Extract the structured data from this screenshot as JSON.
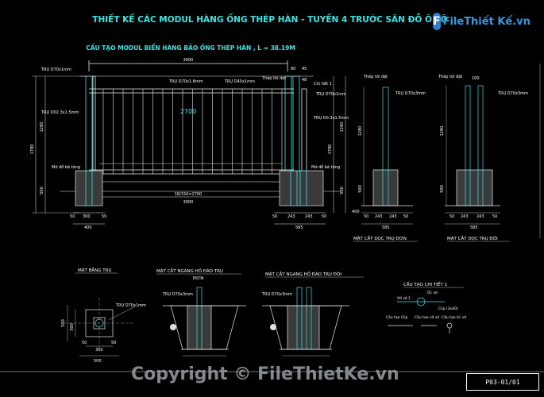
{
  "title": "THIẾT KẾ CÁC MODUL HÀNG ỐNG THÉP HÀN - TUYẾN 4 TRƯỚC SÂN ĐỖ Ô TÔ",
  "subtitle": "CẤU TẠO MODUL BIỂN HÀNG BẢO ỐNG THÉP HÀN , L = 38.19M",
  "logo": {
    "icon": "F",
    "text": "FileThiết Kế.vn"
  },
  "copyright": "Copyright © FileThietKe.vn",
  "stamp": "P03-01/01",
  "elevation": {
    "dim_top": "3000",
    "dim_inner": "2700",
    "dim_bottom_rail": "18/150=2700",
    "dim_bottom_total": "3000",
    "h_total": "1780",
    "h_post": "1280",
    "h_found": "500",
    "left_dims": [
      "50",
      "300",
      "50"
    ],
    "left_sub": "400",
    "right_dims": [
      "50",
      "243",
      "243",
      "50"
    ],
    "right_sub": "585",
    "top_small": [
      "90",
      "48",
      "45"
    ],
    "labels": {
      "post_left": "TRỤ D70x1mm",
      "post_left2": "TRỤ D02.3x1.5mm",
      "bar": "TRỤ D70x1.6mm",
      "bar2": "TRỤ D40x1mm",
      "cap": "Thép tôi dẹt",
      "detail": "Chi tiết 1",
      "post_right": "TRỤ D70x1mm",
      "post_right2": "TRỤ D0.3x1.5mm",
      "found_left": "Mở đổ bê tông",
      "found_right": "Mở đổ bê tông"
    }
  },
  "section_single": {
    "label_top": "Thép tôi đặt",
    "label_post": "TRỤ D70x3mm",
    "h": "1280",
    "h2": "500",
    "dims": [
      "50",
      "243",
      "243",
      "50"
    ],
    "sub": "585",
    "left": "400",
    "caption": "MẶT CẮT DỌC TRỤ ĐƠN"
  },
  "section_double": {
    "label_top": "Thép tôi đặt",
    "label_top2": "100",
    "label_post": "TRỤ D70x3mm",
    "h": "1280",
    "h2": "500",
    "dims": [
      "50",
      "243",
      "243",
      "50"
    ],
    "sub": "585",
    "caption": "MẶT CẮT DỌC TRỤ ĐÔI"
  },
  "plan": {
    "caption": "MẶT BẰNG TRỤ",
    "label": "TRỤ D70x1mm",
    "dims_h": [
      "50",
      "300",
      "50"
    ],
    "sub_h": "500",
    "dims_v": [
      "300",
      "500"
    ]
  },
  "hole_single": {
    "caption1": "MẶT CẮT NGANG HỐ ĐÀO TRỤ",
    "caption2": "ĐƠN",
    "label": "TRỤ D70x3mm"
  },
  "hole_double": {
    "caption": "MẶT CẮT NGANG HỐ ĐÀO TRỤ ĐÔI",
    "label": "TRỤ D70x3mm"
  },
  "detail1": {
    "caption": "CẤU TẠO CHI TIẾT 1",
    "items": [
      "Vít số 1",
      "Ốc vít",
      "Clip (3x40)",
      "Cấu tạo Clip",
      "Cấu tạo vít số",
      "Cấu tạo ốc vít"
    ]
  }
}
